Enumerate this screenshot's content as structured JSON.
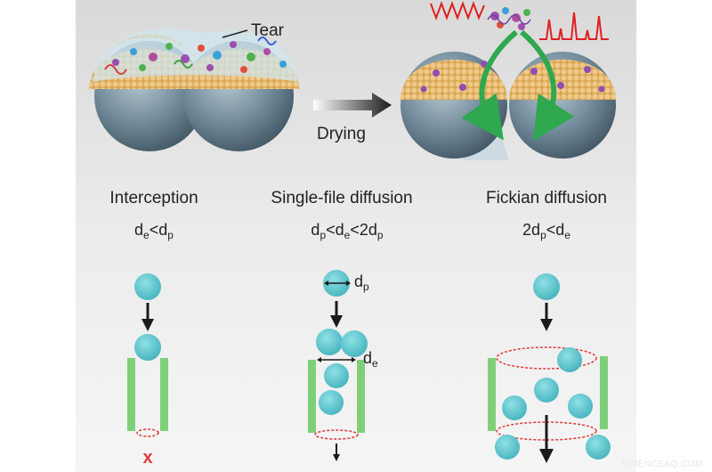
{
  "top": {
    "tear_label": "Tear",
    "drying_label": "Drying"
  },
  "mechanisms": [
    {
      "title": "Interception",
      "condition": {
        "a": "d",
        "a_sub": "e",
        "op": "<",
        "b": "d",
        "b_sub": "p"
      },
      "result_mark": "x"
    },
    {
      "title": "Single-file diffusion",
      "condition": {
        "a": "d",
        "a_sub": "p",
        "op": "<",
        "b_mid": "d",
        "b_mid_sub": "e",
        "op2": "<",
        "c": "2d",
        "c_sub": "p"
      },
      "dp_label": "d",
      "dp_sub": "p",
      "de_label": "d",
      "de_sub": "e"
    },
    {
      "title": "Fickian diffusion",
      "condition": {
        "a": "2d",
        "a_sub": "p",
        "op": "<",
        "b": "d",
        "b_sub": "e"
      }
    }
  ],
  "watermark": "SCIENCEAQ.COM",
  "colors": {
    "particle": "#5cc6cf",
    "pore_wall": "#7fcf7a",
    "dashed": "#e03a3a",
    "arrow": "#1a1a1a",
    "shell": "#e3b96a",
    "sphere": "#5c7585",
    "flow_arrow": "#2fa84f"
  }
}
